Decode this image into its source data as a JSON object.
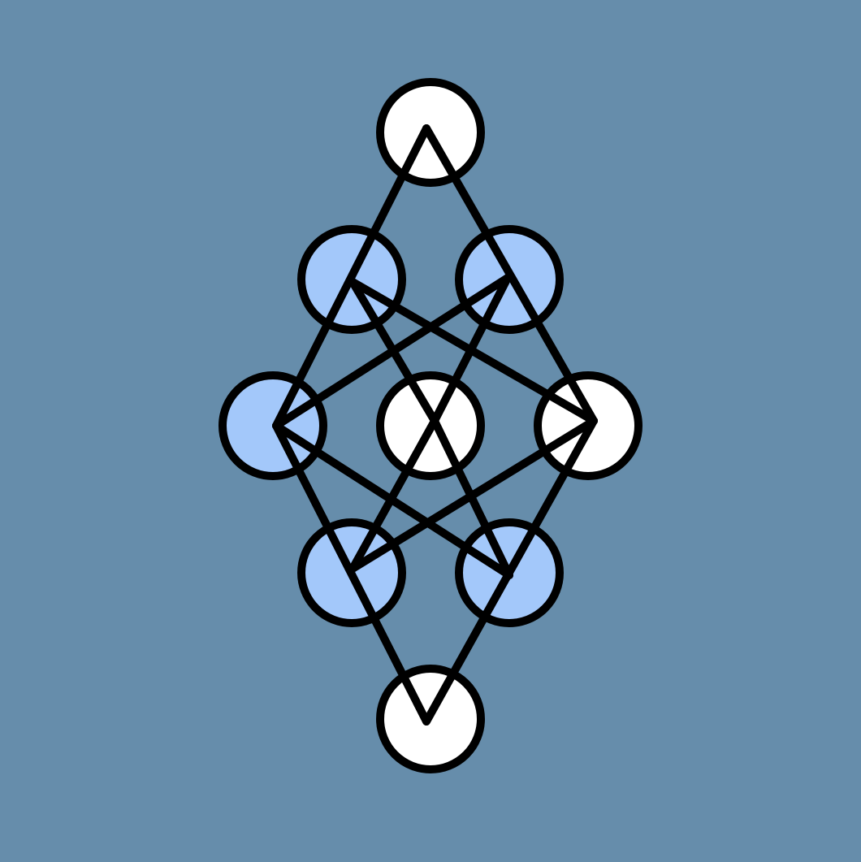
{
  "colors": {
    "background": "#668DAB",
    "node_white": "#FFFFFF",
    "node_blue": "#A3C8FA",
    "stroke": "#000000"
  },
  "nodes": [
    {
      "id": "top",
      "fill": "white"
    },
    {
      "id": "upper-left",
      "fill": "blue"
    },
    {
      "id": "upper-right",
      "fill": "blue"
    },
    {
      "id": "middle-left",
      "fill": "blue"
    },
    {
      "id": "middle-center",
      "fill": "white"
    },
    {
      "id": "middle-right",
      "fill": "white"
    },
    {
      "id": "lower-left",
      "fill": "blue"
    },
    {
      "id": "lower-right",
      "fill": "blue"
    },
    {
      "id": "bottom",
      "fill": "white"
    }
  ],
  "edges": [
    [
      "top",
      "middle-left"
    ],
    [
      "top",
      "middle-right"
    ],
    [
      "upper-left",
      "middle-center"
    ],
    [
      "upper-left",
      "middle-right"
    ],
    [
      "upper-right",
      "middle-left"
    ],
    [
      "upper-right",
      "middle-center"
    ],
    [
      "middle-left",
      "lower-right"
    ],
    [
      "middle-left",
      "bottom"
    ],
    [
      "middle-center",
      "lower-left"
    ],
    [
      "middle-center",
      "lower-right"
    ],
    [
      "middle-right",
      "lower-left"
    ],
    [
      "middle-right",
      "bottom"
    ]
  ]
}
